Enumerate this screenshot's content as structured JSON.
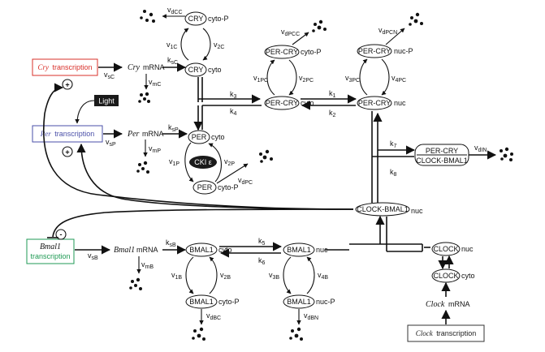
{
  "colors": {
    "cry_box": "#d9302a",
    "per_box": "#4a4fa8",
    "bmal_box": "#1f9a54",
    "clock_box": "#333333",
    "light_bg": "#1a1a1a",
    "ink": "#111111"
  },
  "transcription": {
    "cry_gene": "Cry",
    "cry_word": "transcription",
    "per_gene": "Per",
    "per_word": "transcription",
    "bmal_gene": "Bmal1",
    "bmal_word": "transcription",
    "clock_gene": "Clock",
    "clock_word": "transcription"
  },
  "signs": {
    "plus1": "+",
    "plus2": "+",
    "minus": "-"
  },
  "light": "Light",
  "mrna": {
    "cry": "Cry",
    "per": "Per",
    "bmal": "Bmal1",
    "clock": "Clock",
    "suffix": "mRNA"
  },
  "nodes": {
    "cry_cyto_p": "CRY",
    "cry_cyto": "CRY",
    "per_cyto": "PER",
    "per_cyto_p": "PER",
    "ck1e": "CKI ε",
    "percry_cyto_p": "PER-CRY",
    "percry_cyto": "PER-CRY",
    "percry_nuc_p": "PER-CRY",
    "percry_nuc": "PER-CRY",
    "complex_top": "PER-CRY",
    "complex_bottom": "CLOCK-BMAL1",
    "clockbmal_nuc": "CLOCK-BMAL1",
    "bmal_cyto": "BMAL1",
    "bmal_cyto_p": "BMAL1",
    "bmal_nuc": "BMAL1",
    "bmal_nuc_p": "BMAL1",
    "clock_nuc": "CLOCK",
    "clock_cyto": "CLOCK"
  },
  "suffixes": {
    "cyto_p": "cyto-P",
    "cyto": "cyto",
    "nuc_p": "nuc-P",
    "nuc": "nuc"
  },
  "rates": {
    "v": "v",
    "dCC": "dCC",
    "1C": "1C",
    "2C": "2C",
    "mC": "mC",
    "sC": "sC",
    "ksC": "sC",
    "dPCC": "dPCC",
    "1PC": "1PC",
    "2PC": "2PC",
    "dPCN": "dPCN",
    "3PC": "3PC",
    "4PC": "4PC",
    "sP": "sP",
    "mP": "mP",
    "ksP": "sP",
    "1P": "1P",
    "2P": "2P",
    "dPC": "dPC",
    "dIN": "dIN",
    "sB": "sB",
    "mB": "mB",
    "ksB": "sB",
    "1B": "1B",
    "2B": "2B",
    "dBC": "dBC",
    "3B": "3B",
    "4B": "4B",
    "dBN": "dBN",
    "k": "k",
    "k1": "1",
    "k2": "2",
    "k3": "3",
    "k4": "4",
    "k5": "5",
    "k6": "6",
    "k7": "7",
    "k8": "8"
  }
}
